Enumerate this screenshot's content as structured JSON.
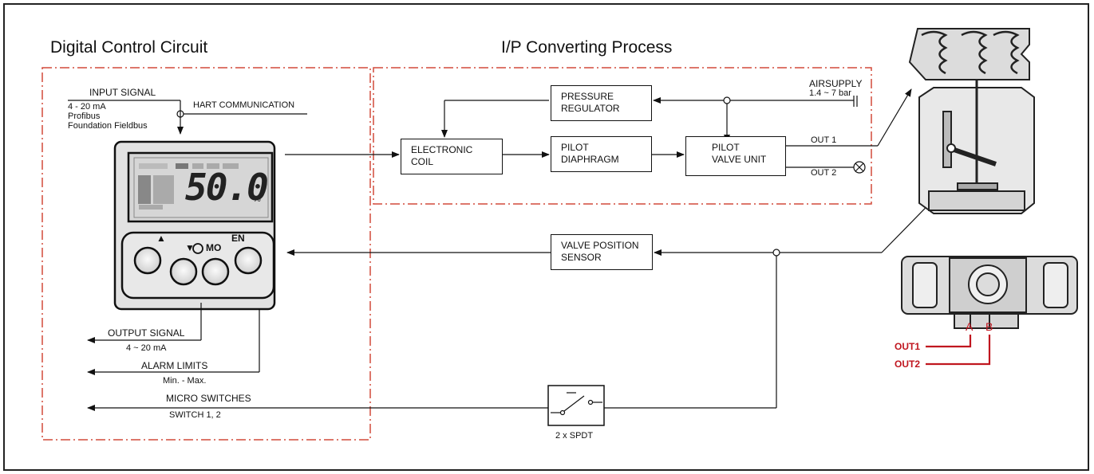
{
  "titles": {
    "digital_control_circuit": "Digital Control Circuit",
    "ip_converting_process": "I/P Converting Process"
  },
  "input": {
    "signal_label": "INPUT SIGNAL",
    "range": "4 - 20 mA",
    "profibus": "Profibus",
    "fieldbus": "Foundation Fieldbus",
    "hart": "HART COMMUNICATION"
  },
  "display": {
    "reading": "50.0",
    "unit": "%",
    "buttons": [
      "▲",
      "▼",
      "MO",
      "EN"
    ]
  },
  "blocks": {
    "pressure_regulator": [
      "PRESSURE",
      "REGULATOR"
    ],
    "electronic_coil": [
      "ELECTRONIC",
      "COIL"
    ],
    "pilot_diaphragm": [
      "PILOT",
      "DIAPHRAGM"
    ],
    "pilot_valve_unit": [
      "PILOT",
      "VALVE UNIT"
    ],
    "valve_position_sensor": [
      "VALVE POSITION",
      "SENSOR"
    ]
  },
  "air_supply": {
    "label": "AIRSUPPLY",
    "range": "1.4 ~ 7 bar"
  },
  "outputs": {
    "out1": "OUT 1",
    "out2": "OUT 2"
  },
  "signals": {
    "output_signal": "OUTPUT SIGNAL",
    "output_range": "4 ~ 20 mA",
    "alarm_limits": "ALARM LIMITS",
    "alarm_range": "Min. - Max.",
    "micro_switches": "MICRO SWITCHES",
    "switch_ids": "SWITCH 1, 2",
    "spdt": "2 x SPDT"
  },
  "actuator_ports": {
    "port_a": "A",
    "port_b": "B",
    "out1": "OUT1",
    "out2": "OUT2"
  },
  "colors": {
    "dashed_border": "#d24a3a",
    "port_lines": "#c0161f",
    "line": "#111111"
  }
}
